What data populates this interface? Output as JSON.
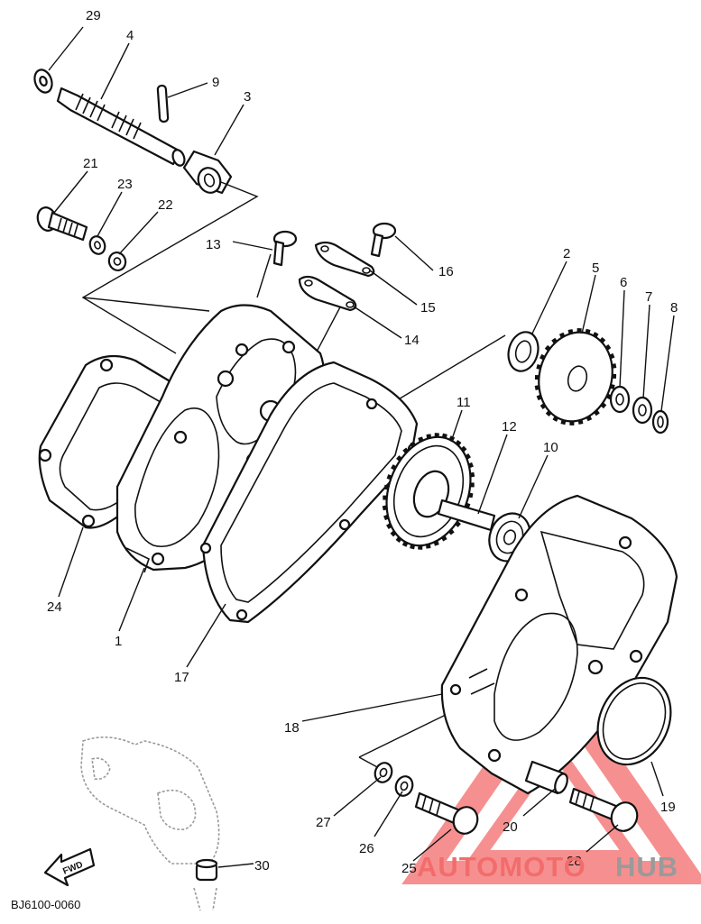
{
  "callouts": {
    "c1": "1",
    "c2": "2",
    "c3": "3",
    "c4": "4",
    "c5": "5",
    "c6": "6",
    "c7": "7",
    "c8": "8",
    "c9": "9",
    "c10": "10",
    "c11": "11",
    "c12": "12",
    "c13": "13",
    "c14": "14",
    "c15": "15",
    "c16": "16",
    "c17": "17",
    "c18": "18",
    "c19": "19",
    "c20": "20",
    "c21": "21",
    "c22": "22",
    "c23": "23",
    "c24": "24",
    "c25": "25",
    "c26": "26",
    "c27": "27",
    "c28": "28",
    "c29": "29",
    "c30": "30"
  },
  "drawing_code": "BJ6100-0060",
  "fwd_label": "FWD",
  "watermark": {
    "part1": "AUTOMOTO",
    "part2": "HUB",
    "red": "#f36c6c",
    "gray": "#9a9a9a"
  }
}
